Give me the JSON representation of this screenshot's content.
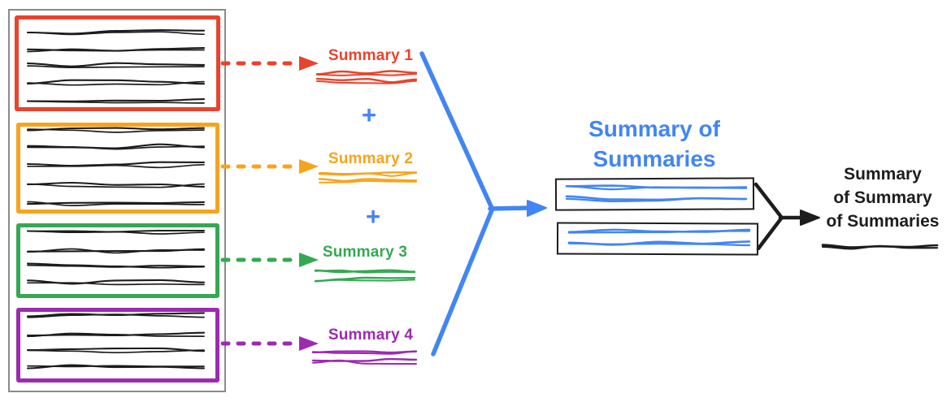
{
  "colors": {
    "red": "#E8432D",
    "orange": "#F6A41D",
    "green": "#35A852",
    "purple": "#9C2BB0",
    "blue": "#4285F4",
    "ink": "#1d1d1d",
    "frame_gray": "#8a8a8a",
    "text_scribble": "#1c1c1c"
  },
  "source_document": {
    "sections": [
      {
        "id": 1,
        "color_key": "red",
        "text_line_count": 5
      },
      {
        "id": 2,
        "color_key": "orange",
        "text_line_count": 5
      },
      {
        "id": 3,
        "color_key": "green",
        "text_line_count": 4
      },
      {
        "id": 4,
        "color_key": "purple",
        "text_line_count": 4
      }
    ]
  },
  "summaries": [
    {
      "label": "Summary 1",
      "color_key": "red"
    },
    {
      "label": "Summary 2",
      "color_key": "orange"
    },
    {
      "label": "Summary 3",
      "color_key": "green"
    },
    {
      "label": "Summary 4",
      "color_key": "purple"
    }
  ],
  "operators": {
    "plus": "+"
  },
  "summary_of_summaries": {
    "title_line1": "Summary of",
    "title_line2": "Summaries",
    "box_count": 2,
    "scribble_lines_per_box": 2
  },
  "final_summary": {
    "line1": "Summary",
    "line2": "of Summary",
    "line3": "of Summaries"
  }
}
